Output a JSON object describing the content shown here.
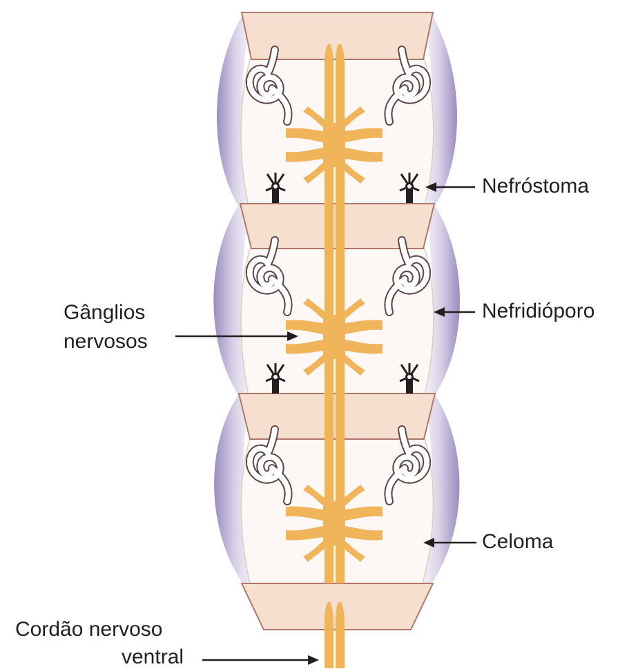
{
  "labels": {
    "nefrostoma": "Nefróstoma",
    "nefridioporo": "Nefridióporo",
    "ganglios_line1": "Gânglios",
    "ganglios_line2": "nervosos",
    "celoma": "Celoma",
    "cordao_line1": "Cordão nervoso",
    "cordao_line2": "ventral"
  },
  "colors": {
    "septum_fill": "#f7dfcf",
    "septum_stroke": "#b0786a",
    "body_wall": "#9b8cc0",
    "body_wall_light": "#ebe6f4",
    "coelom_fill": "#fdf8f6",
    "nerve": "#f0b45a",
    "line": "#231f20"
  }
}
